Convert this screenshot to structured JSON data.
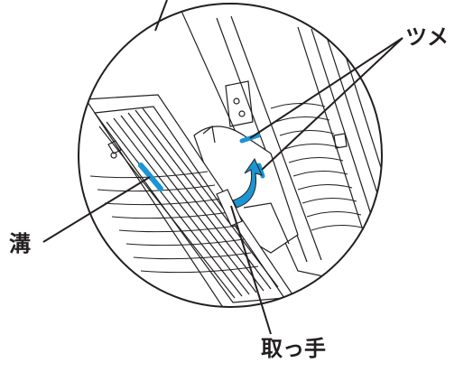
{
  "labels": {
    "tsume": "ツメ",
    "mizo": "溝",
    "totte": "取っ手"
  },
  "colors": {
    "line": "#231f20",
    "highlight": "#1b95d3",
    "background": "#ffffff"
  }
}
